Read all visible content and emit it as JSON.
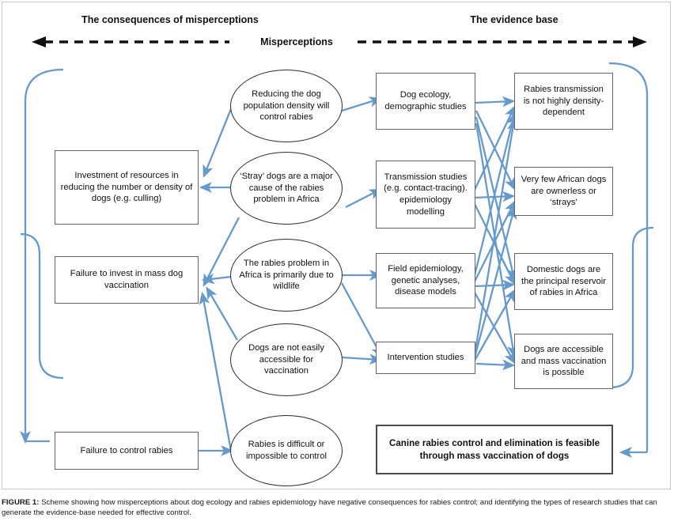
{
  "figure": {
    "headers": {
      "left": "The consequences of misperceptions",
      "right": "The evidence base",
      "middle": "Misperceptions"
    },
    "caption_label": "FIGURE 1:",
    "caption_text": " Scheme showing how misperceptions about dog ecology and rabies epidemiology have negative consequences for rabies control; and identifying the types of research studies that can generate the evidence-base needed for effective control.",
    "colors": {
      "arrow": "#6699cc",
      "rect_border": "#636363",
      "ellipse_border": "#2b2b2b",
      "frame_border": "#c9c9c9",
      "text": "#111111",
      "background": "#ffffff"
    }
  },
  "consequences": [
    {
      "id": "c1",
      "label": "Investment of resources in reducing the number or density of dogs (e.g. culling)"
    },
    {
      "id": "c2",
      "label": "Failure to invest in mass dog vaccination"
    },
    {
      "id": "c3",
      "label": "Failure to control rabies"
    }
  ],
  "misperceptions": [
    {
      "id": "m1",
      "label": "Reducing the dog population density will control rabies"
    },
    {
      "id": "m2",
      "label": "‘Stray’ dogs are a major cause of the rabies problem in Africa"
    },
    {
      "id": "m3",
      "label": "The rabies problem in Africa is primarily due to wildlife"
    },
    {
      "id": "m4",
      "label": "Dogs are not easily accessible for vaccination"
    },
    {
      "id": "m5",
      "label": "Rabies is difficult or impossible to control"
    }
  ],
  "studies": [
    {
      "id": "s1",
      "label": "Dog ecology, demographic studies"
    },
    {
      "id": "s2",
      "label": "Transmission studies (e.g. contact-tracing). epidemiology modelling"
    },
    {
      "id": "s3",
      "label": "Field epidemiology, genetic analyses, disease models"
    },
    {
      "id": "s4",
      "label": "Intervention studies"
    }
  ],
  "evidence": [
    {
      "id": "e1",
      "label": "Rabies transmission is not highly density-dependent"
    },
    {
      "id": "e2",
      "label": "Very few African dogs are ownerless or ‘strays’"
    },
    {
      "id": "e3",
      "label": "Domestic dogs are the principal reservoir of rabies in Africa"
    },
    {
      "id": "e4",
      "label": "Dogs are accessible and mass vaccination is possible"
    }
  ],
  "conclusion": {
    "id": "k1",
    "label": "Canine rabies control and elimination is feasible through mass vaccination of dogs"
  }
}
